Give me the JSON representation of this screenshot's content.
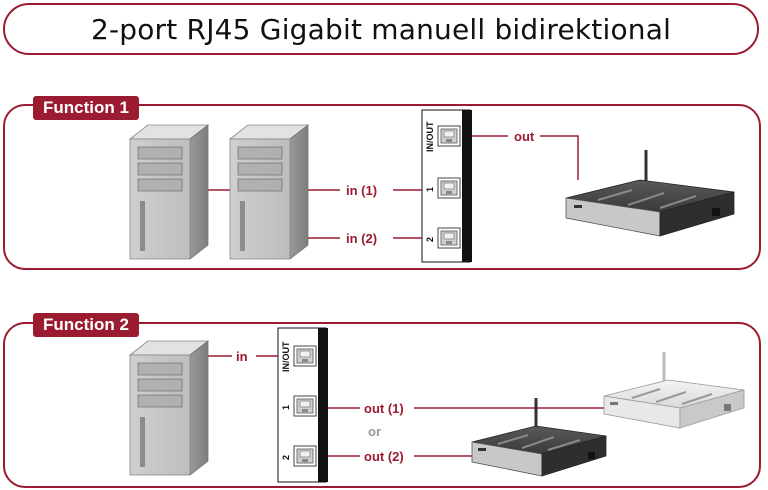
{
  "title": "2-port RJ45 Gigabit manuell bidirektional",
  "function1": {
    "tab": "Function 1",
    "labels": {
      "out": "out",
      "in1": "in (1)",
      "in2": "in (2)"
    },
    "ports": {
      "inout": "IN/OUT",
      "p1": "1",
      "p2": "2"
    }
  },
  "function2": {
    "tab": "Function 2",
    "labels": {
      "in": "in",
      "out1": "out (1)",
      "or": "or",
      "out2": "out (2)"
    },
    "ports": {
      "inout": "IN/OUT",
      "p1": "1",
      "p2": "2"
    }
  },
  "colors": {
    "accent": "#9b1b30",
    "line": "#9b1b30",
    "switch_bar": "#111111"
  },
  "icons": [
    "computer-tower-icon",
    "network-switch-icon",
    "router-icon",
    "rj45-port-icon"
  ]
}
